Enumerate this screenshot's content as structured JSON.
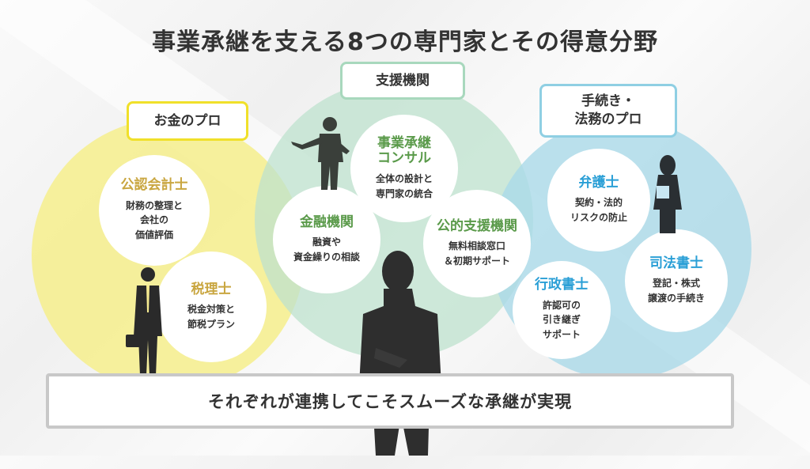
{
  "title": "事業承継を支える8つの専門家とその得意分野",
  "categories": [
    {
      "id": "money",
      "label": "お金のプロ",
      "color": "#f0e02a"
    },
    {
      "id": "support",
      "label": "支援機関",
      "color": "#a8d8bd"
    },
    {
      "id": "legal",
      "label": "手続き・\n法務のプロ",
      "label_line1": "手続き・",
      "label_line2": "法務のプロ",
      "color": "#8fcfe3"
    }
  ],
  "experts": [
    {
      "name": "公認会計士",
      "desc_lines": [
        "財務の整理と",
        "会社の",
        "価値評価"
      ],
      "category": "money",
      "color": "#c9a640"
    },
    {
      "name": "税理士",
      "desc_lines": [
        "税金対策と",
        "節税プラン"
      ],
      "category": "money",
      "color": "#c9a640"
    },
    {
      "name_lines": [
        "事業承継",
        "コンサル"
      ],
      "desc_lines": [
        "全体の設計と",
        "専門家の統合"
      ],
      "category": "support",
      "color": "#5a9a4a"
    },
    {
      "name": "金融機関",
      "desc_lines": [
        "融資や",
        "資金繰りの相談"
      ],
      "category": "support",
      "color": "#5a9a4a"
    },
    {
      "name": "公的支援機関",
      "desc_lines": [
        "無料相談窓口",
        "＆初期サポート"
      ],
      "category": "support",
      "color": "#5a9a4a"
    },
    {
      "name": "弁護士",
      "desc_lines": [
        "契約・法的",
        "リスクの防止"
      ],
      "category": "legal",
      "color": "#2a9fd6"
    },
    {
      "name": "司法書士",
      "desc_lines": [
        "登記・株式",
        "譲渡の手続き"
      ],
      "category": "legal",
      "color": "#2a9fd6"
    },
    {
      "name": "行政書士",
      "desc_lines": [
        "許認可の",
        "引き継ぎ",
        "サポート"
      ],
      "category": "legal",
      "color": "#2a9fd6"
    }
  ],
  "banner": "それぞれが連携してこそスムーズな承継が実現",
  "icons": [
    "businessman-briefcase-icon",
    "businessman-pointing-icon",
    "businessman-thinking-icon",
    "businesswoman-tablet-icon"
  ]
}
